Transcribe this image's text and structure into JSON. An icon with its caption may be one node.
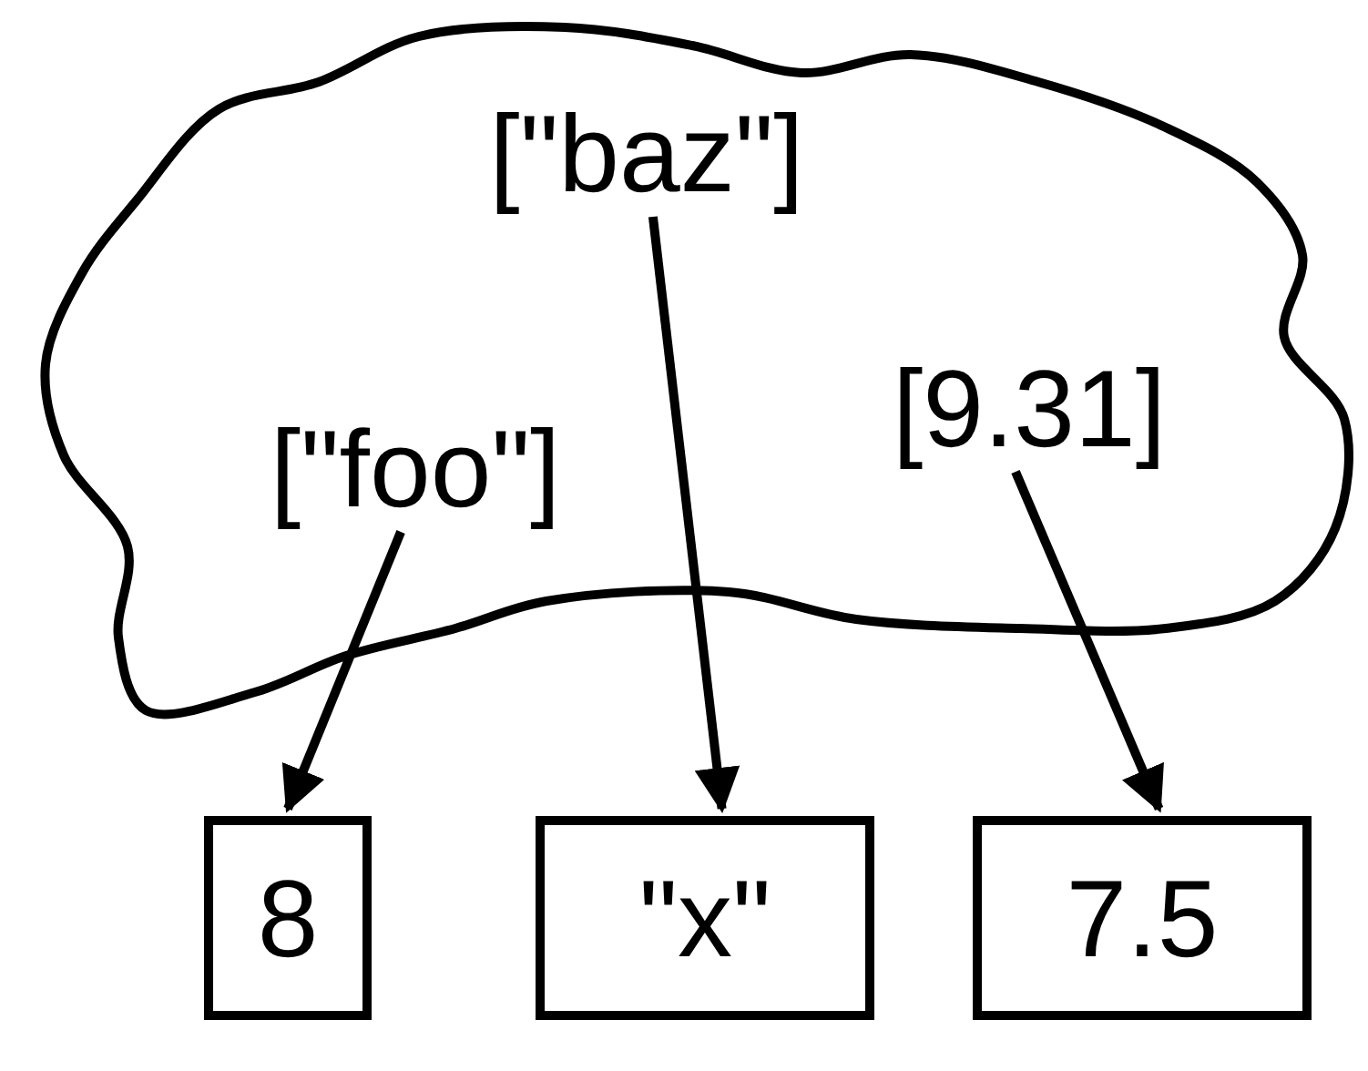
{
  "diagram": {
    "nodes": [
      {
        "text": [],
        "shape": "cloud"
      },
      {
        "text": [
          "[\"baz\"]"
        ],
        "in": 0
      },
      {
        "text": [
          "[\"foo\"]"
        ],
        "in": 0
      },
      {
        "text": [
          "[9.31]"
        ],
        "in": 0
      },
      {
        "text": [
          "8"
        ]
      },
      {
        "text": [
          "\"x\""
        ]
      },
      {
        "text": [
          "7.5"
        ]
      }
    ],
    "edges": [
      {
        "from": 2,
        "to": 4,
        "arrow": "to"
      },
      {
        "from": 1,
        "to": 5,
        "arrow": "to"
      },
      {
        "from": 3,
        "to": 6,
        "arrow": "to"
      }
    ]
  }
}
